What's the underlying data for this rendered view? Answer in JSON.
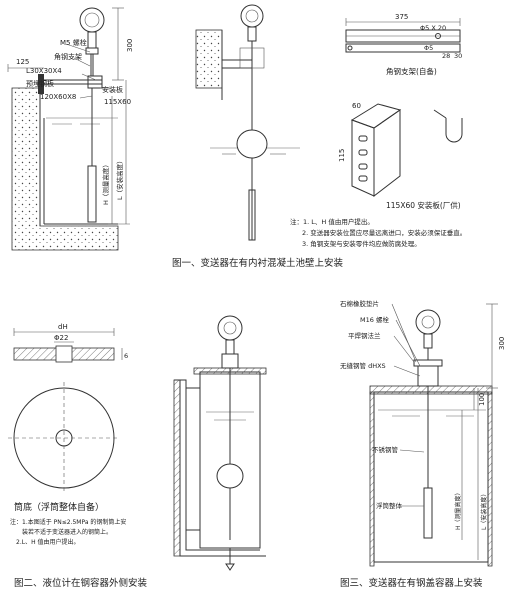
{
  "fig1": {
    "labels": {
      "m5_bolt": "M5 螺栓",
      "angle_bracket": "角钢支架",
      "angle_steel": "L30X30X4",
      "embedded_plate": "预埋钢板",
      "plate_dim": "120X60X8",
      "mount_plate": "安装板",
      "mount_dim": "115X60",
      "dim_300": "300",
      "dim_125": "125",
      "h_label": "H（测量高度）",
      "l_label": "L（安装高度）",
      "dim_375": "375",
      "phi5x20": "Φ5 X 20",
      "phi5": "Φ5",
      "dim_28": "28",
      "dim_30": "30",
      "bracket_caption": "角钢支架(自备)",
      "dim_60": "60",
      "dim_115": "115",
      "plate_caption": "115X60 安装板(厂供)"
    },
    "notes": [
      "注：1. L、H 值由用户提出。",
      "2. 变送器安装位置应尽量远离进口，安装必须保证垂直。",
      "3. 角钢支架与安装零件均应做防腐处理。"
    ],
    "caption": "图一、变送器在有内衬混凝土池壁上安装"
  },
  "fig2": {
    "labels": {
      "dh": "dH",
      "phi22": "Φ22",
      "dim_6": "6",
      "bottom_title": "筒底（浮筒整体自备）",
      "bottom_note1": "注：1.本图适于 PN≤2.5MPa 的钢制筒上安",
      "bottom_note2": "装若不适于变送器进入的钢筒上。",
      "bottom_note3": "2.L、H 值由用户提出。"
    },
    "caption": "图二、液位计在钢容器外侧安装"
  },
  "fig3": {
    "labels": {
      "asbestos": "石棉橡胶垫片",
      "m16_bolt": "M16 螺栓",
      "flat_flange": "平焊钢法兰",
      "seamless": "无缝钢管 dHXS",
      "stainless": "不锈钢管",
      "float_body": "浮筒整体",
      "dim_300": "300",
      "dim_100": "100",
      "h_label": "H（测量高度）",
      "l_label": "L（安装高度）"
    },
    "caption": "图三、变送器在有钢盖容器上安装"
  }
}
